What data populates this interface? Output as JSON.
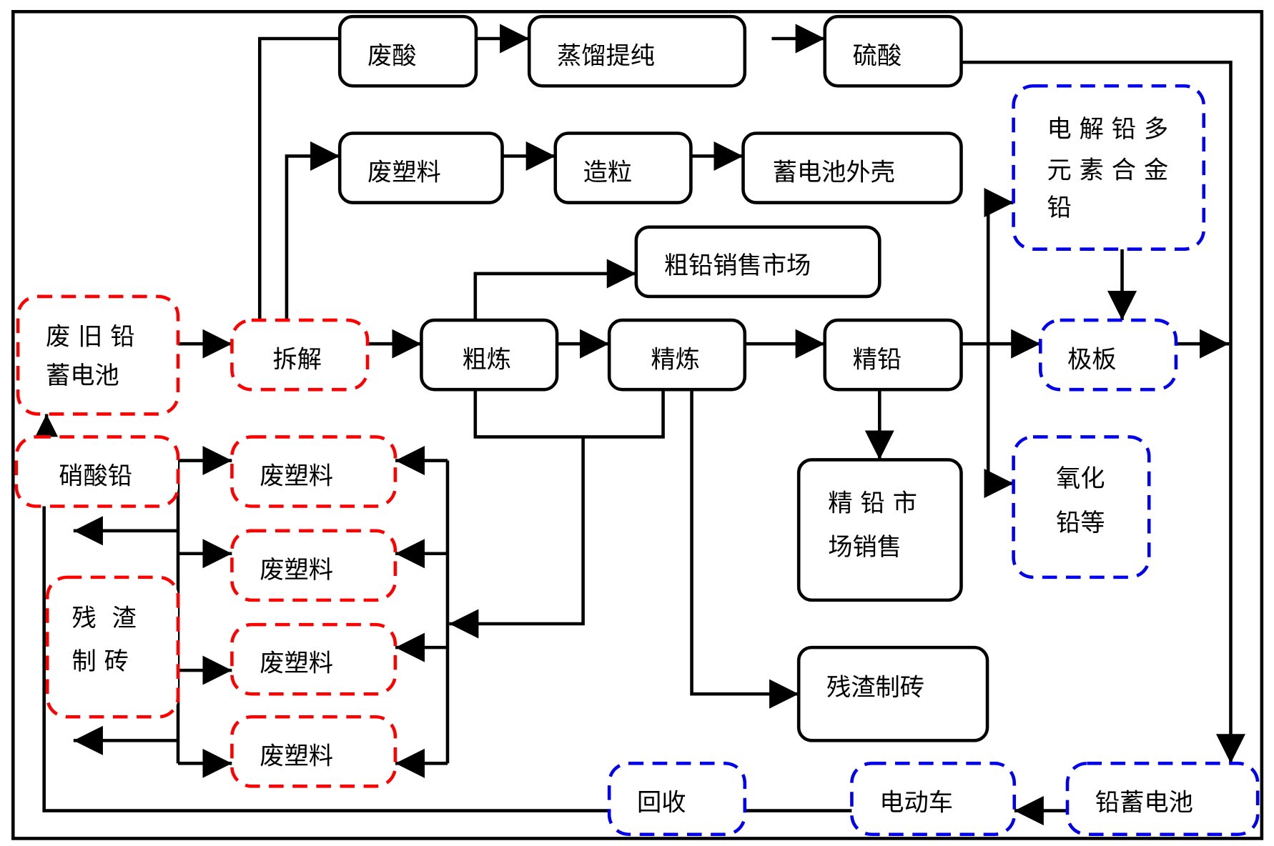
{
  "diagram": {
    "title": "废旧铅蓄电池回收利用流程",
    "colors": {
      "process_border": "#000000",
      "input_border": "#ff0000",
      "product_border": "#0000ee",
      "arrow": "#000000"
    },
    "nodes": {
      "waste_acid": {
        "lines": [
          "废酸"
        ],
        "style": "solid"
      },
      "distill": {
        "lines": [
          "蒸馏提纯"
        ],
        "style": "solid"
      },
      "sulfuric_acid": {
        "lines": [
          "硫酸"
        ],
        "style": "solid"
      },
      "waste_plastic_top": {
        "lines": [
          "废塑料"
        ],
        "style": "solid"
      },
      "granulation": {
        "lines": [
          "造粒"
        ],
        "style": "solid"
      },
      "battery_case": {
        "lines": [
          "蓄电池外壳"
        ],
        "style": "solid"
      },
      "crude_lead_market": {
        "lines": [
          "粗铅销售市场"
        ],
        "style": "solid"
      },
      "crude_smelting": {
        "lines": [
          "粗炼"
        ],
        "style": "solid"
      },
      "refining": {
        "lines": [
          "精炼"
        ],
        "style": "solid"
      },
      "refined_lead": {
        "lines": [
          "精铅"
        ],
        "style": "solid"
      },
      "refined_lead_market": {
        "lines": [
          "精 铅 市",
          "场销售"
        ],
        "style": "solid"
      },
      "slag_brick_mid": {
        "lines": [
          "残渣制砖"
        ],
        "style": "solid"
      },
      "alloy_lead": {
        "lines": [
          "电 解 铅 多",
          "元 素 合 金",
          "铅"
        ],
        "style": "blue-dashed"
      },
      "plate": {
        "lines": [
          "极板"
        ],
        "style": "blue-dashed"
      },
      "lead_oxide": {
        "lines": [
          "氧化",
          "铅等"
        ],
        "style": "blue-dashed"
      },
      "recycling": {
        "lines": [
          "回收"
        ],
        "style": "blue-dashed"
      },
      "e_vehicle": {
        "lines": [
          "电动车"
        ],
        "style": "blue-dashed"
      },
      "lead_battery": {
        "lines": [
          "铅蓄电池"
        ],
        "style": "blue-dashed"
      },
      "waste_battery": {
        "lines": [
          "废 旧 铅",
          "蓄电池"
        ],
        "style": "red-dashed"
      },
      "dismantle": {
        "lines": [
          "拆解"
        ],
        "style": "red-dashed"
      },
      "lead_nitrate": {
        "lines": [
          "硝酸铅"
        ],
        "style": "red-dashed"
      },
      "slag_brick_left": {
        "lines": [
          "残  渣",
          "制 砖"
        ],
        "style": "red-dashed"
      },
      "waste_plastic_1": {
        "lines": [
          "废塑料"
        ],
        "style": "red-dashed"
      },
      "waste_plastic_2": {
        "lines": [
          "废塑料"
        ],
        "style": "red-dashed"
      },
      "waste_plastic_3": {
        "lines": [
          "废塑料"
        ],
        "style": "red-dashed"
      },
      "waste_plastic_4": {
        "lines": [
          "废塑料"
        ],
        "style": "red-dashed"
      }
    },
    "edges": [
      {
        "from": "waste_battery",
        "to": "dismantle"
      },
      {
        "from": "dismantle",
        "to": "waste_acid"
      },
      {
        "from": "dismantle",
        "to": "waste_plastic_top"
      },
      {
        "from": "dismantle",
        "to": "crude_smelting"
      },
      {
        "from": "waste_acid",
        "to": "distill"
      },
      {
        "from": "distill",
        "to": "sulfuric_acid"
      },
      {
        "from": "sulfuric_acid",
        "to": "lead_battery"
      },
      {
        "from": "waste_plastic_top",
        "to": "granulation"
      },
      {
        "from": "granulation",
        "to": "battery_case"
      },
      {
        "from": "crude_smelting",
        "to": "crude_lead_market"
      },
      {
        "from": "crude_smelting",
        "to": "refining"
      },
      {
        "from": "refining",
        "to": "refined_lead"
      },
      {
        "from": "refining",
        "to": "slag_brick_mid"
      },
      {
        "from": "crude_smelting",
        "to": "waste_plastic_group"
      },
      {
        "from": "refining",
        "to": "waste_plastic_group"
      },
      {
        "from": "refined_lead",
        "to": "refined_lead_market"
      },
      {
        "from": "refined_lead",
        "to": "plate"
      },
      {
        "from": "refined_lead",
        "to": "alloy_lead"
      },
      {
        "from": "refined_lead",
        "to": "lead_oxide"
      },
      {
        "from": "alloy_lead",
        "to": "plate"
      },
      {
        "from": "plate",
        "to": "lead_battery"
      },
      {
        "from": "lead_battery",
        "to": "e_vehicle"
      },
      {
        "from": "e_vehicle",
        "to": "recycling"
      },
      {
        "from": "recycling",
        "to": "lead_nitrate"
      },
      {
        "from": "lead_nitrate",
        "to": "waste_battery"
      },
      {
        "from": "lead_nitrate",
        "to": "waste_plastic_1"
      },
      {
        "from": "lead_nitrate",
        "to": "waste_plastic_2"
      },
      {
        "from": "lead_nitrate",
        "to": "waste_plastic_3"
      },
      {
        "from": "lead_nitrate",
        "to": "waste_plastic_4"
      }
    ]
  }
}
